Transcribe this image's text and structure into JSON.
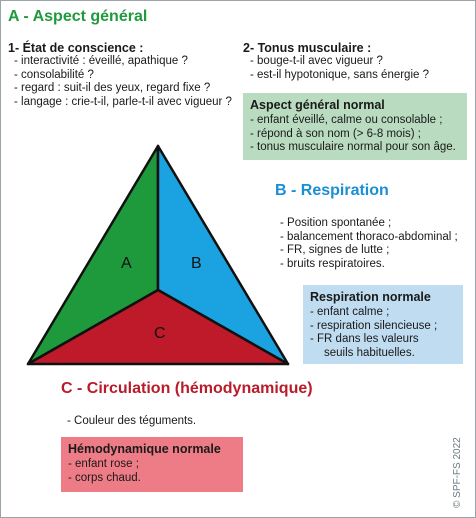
{
  "sectionA": {
    "title": "A - Aspect général",
    "col1": {
      "title": "1- État de conscience :",
      "items": [
        "- interactivité : éveillé, apathique ?",
        "- consolabilité ?",
        "- regard : suit-il des yeux, regard fixe ?",
        "- langage : crie-t-il, parle-t-il avec vigueur ?"
      ]
    },
    "col2": {
      "title": "2- Tonus musculaire :",
      "items": [
        "- bouge-t-il avec vigueur ?",
        "- est-il hypotonique, sans énergie ?"
      ]
    },
    "normal": {
      "title": "Aspect général normal",
      "items": [
        "- enfant éveillé, calme ou consolable ;",
        "- répond à son nom (> 6-8 mois) ;",
        "- tonus musculaire normal pour son âge."
      ]
    }
  },
  "sectionB": {
    "title": "B - Respiration",
    "items": [
      "- Position spontanée ;",
      "- balancement thoraco-abdominal ;",
      "- FR, signes de lutte ;",
      "- bruits respiratoires."
    ],
    "normal": {
      "title": "Respiration normale",
      "items": [
        "- enfant calme ;",
        "- respiration silencieuse ;",
        "- FR dans les valeurs",
        "  seuils habituelles."
      ]
    }
  },
  "sectionC": {
    "title": "C - Circulation (hémodynamique)",
    "items": [
      "- Couleur des téguments."
    ],
    "normal": {
      "title": "Hémodynamique normale",
      "items": [
        "- enfant rose ;",
        "- corps chaud."
      ]
    }
  },
  "triangle": {
    "labels": {
      "a": "A",
      "b": "B",
      "c": "C"
    },
    "colors": {
      "a": "#1e9a3c",
      "b": "#1aa3e0",
      "c": "#be1a2a"
    }
  },
  "credit": "© SPF-FS 2022"
}
